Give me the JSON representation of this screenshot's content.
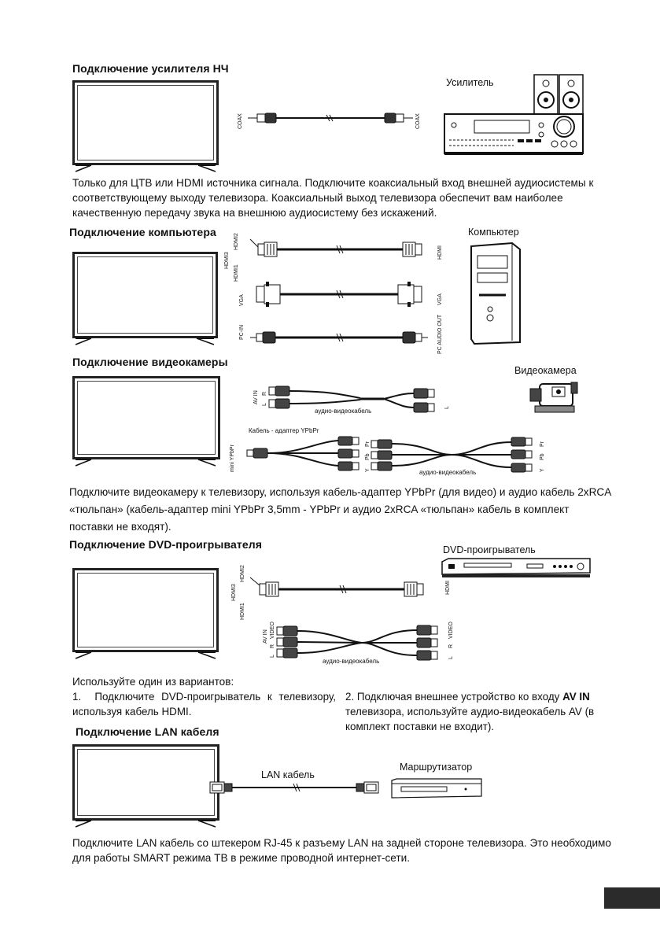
{
  "sections": {
    "amplifier": {
      "title": "Подключение усилителя НЧ",
      "device": "Усилитель",
      "port_left": "COAX",
      "port_right": "COAX",
      "text": "Только для ЦТВ или HDMI источника сигнала. Подключите коаксиальный вход внешней аудиосистемы к соответствующему выходу телевизора. Коаксиальный выход телевизора обеспечит вам наиболее качественную передачу звука на внешнюю аудиосистему без искажений."
    },
    "computer": {
      "title": "Подключение компьютера",
      "device": "Компьютер",
      "ports_tv": [
        "HDMI3",
        "HDMI2",
        "HDMI1",
        "VGA",
        "PC-IN"
      ],
      "ports_pc": [
        "HDMI",
        "VGA",
        "PC AUDIO OUT"
      ]
    },
    "camcorder": {
      "title": "Подключение видеокамеры",
      "device": "Видеокамера",
      "av_in": "AV IN",
      "l": "L",
      "r": "R",
      "av_cable": "аудио-видеокабель",
      "ypbpr_adapter": "Кабель - адаптер YPbPr",
      "mini_ypbpr": "mini YPbPr",
      "pr": "Pr",
      "pb": "Pb",
      "y": "Y",
      "text": "Подключите видеокамеру к телевизору, используя кабель-адаптер YPbPr (для видео) и аудио кабель 2xRCA «тюльпан» (кабель-адаптер mini YPbPr 3,5mm - YPbPr и аудио 2xRCA «тюльпан» кабель в комплект поставки не входят)."
    },
    "dvd": {
      "title": "Подключение DVD-проигрывателя",
      "device": "DVD-проигрыватель",
      "hdmi3": "HDMI3",
      "hdmi2": "HDMI2",
      "hdmi1": "HDMI1",
      "hdmi": "HDMI",
      "av_in": "AV IN",
      "video": "VIDEO",
      "l": "L",
      "r": "R",
      "av_cable": "аудио-видеокабель",
      "intro": "Используйте один из вариантов:",
      "option1_num": "1.",
      "option1": "Подключите DVD-проигрыватель к телевизору, используя кабель HDMI.",
      "option2_pre": "2. Подключая внешнее устройство ко входу",
      "option2_bold": "AV IN",
      "option2_post": "телевизора, используйте аудио-видеокабель AV (в комплект поставки не входит)."
    },
    "lan": {
      "title": "Подключение LAN кабеля",
      "cable": "LAN кабель",
      "device": "Маршрутизатор",
      "text": "Подключите LAN кабель со штекером RJ-45 к разъему LAN на задней стороне телевизора. Это необходимо для работы SMART режима ТВ в режиме проводной интернет-сети."
    }
  },
  "colors": {
    "ink": "#111111",
    "page_tab": "#2b2b2b"
  }
}
